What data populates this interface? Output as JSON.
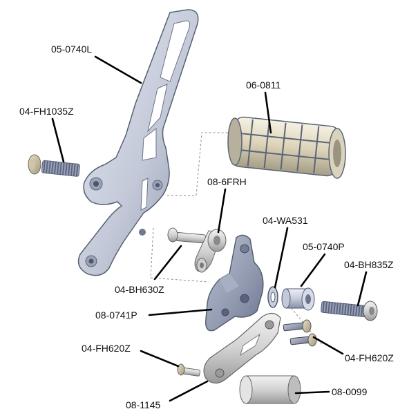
{
  "parts": [
    {
      "id": "05-0740L",
      "label": "05-0740L"
    },
    {
      "id": "06-0811",
      "label": "06-0811"
    },
    {
      "id": "04-FH1035Z",
      "label": "04-FH1035Z"
    },
    {
      "id": "08-6FRH",
      "label": "08-6FRH"
    },
    {
      "id": "04-WA531",
      "label": "04-WA531"
    },
    {
      "id": "05-0740P",
      "label": "05-0740P"
    },
    {
      "id": "04-BH835Z",
      "label": "04-BH835Z"
    },
    {
      "id": "04-BH630Z",
      "label": "04-BH630Z"
    },
    {
      "id": "08-0741P",
      "label": "08-0741P"
    },
    {
      "id": "04-FH620Z-left",
      "label": "04-FH620Z"
    },
    {
      "id": "04-FH620Z-right",
      "label": "04-FH620Z"
    },
    {
      "id": "08-1145",
      "label": "08-1145"
    },
    {
      "id": "08-0099",
      "label": "08-0099"
    }
  ],
  "colors": {
    "metal_light": "#d4d9e6",
    "metal_dark": "#8e97ad",
    "rubber_light": "#ece4cd",
    "rubber_grid": "#5a6478",
    "leader": "#000000",
    "label_text": "#111111"
  }
}
